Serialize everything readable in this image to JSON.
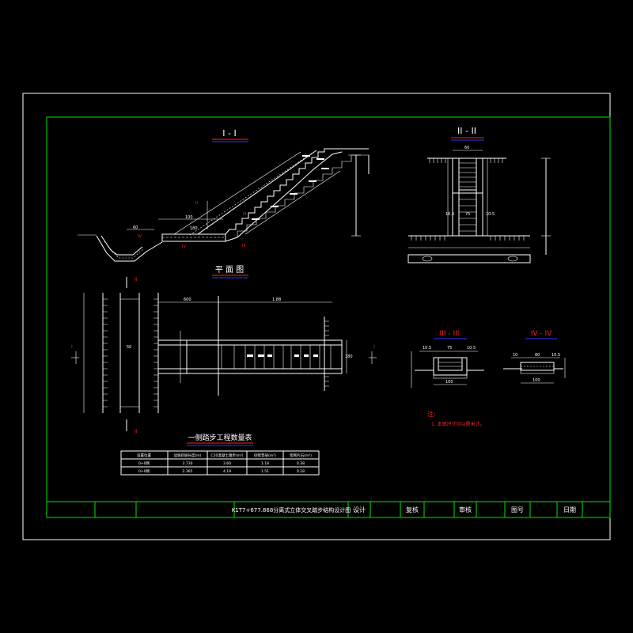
{
  "sections": {
    "s1": "I - I",
    "s2": "II - II",
    "s3": "III - III",
    "s4": "IV - IV",
    "plan": "平 面 图"
  },
  "dims": {
    "d1": "60",
    "d2": "100",
    "d3": "180",
    "d4": "600",
    "d5": "1.88",
    "d6": "60",
    "d7": "10.5",
    "d8": "75",
    "d9": "10.5",
    "d10": "10.5",
    "d11": "75",
    "d12": "10.5",
    "d13": "100",
    "d14": "10",
    "d15": "80",
    "d16": "10.5",
    "d17": "100",
    "d18": "50",
    "d19": "180"
  },
  "markers": {
    "i_left": "I",
    "i_right": "I",
    "ii_top": "II",
    "ii_bot": "II",
    "iii": "III",
    "iv": "IV"
  },
  "notes": {
    "title": "注:",
    "line1": "1. 本图尺寸均以厘米计。"
  },
  "table": {
    "title": "一侧踏步工程数量表",
    "headers": [
      "设置位置",
      "边坡斜坡长度(m)",
      "C20混凝土踏步(m³)",
      "砂砾垫层(m³)",
      "浆砌片石(m³)"
    ],
    "rows": [
      [
        "0+0侧",
        "3.730",
        "3.60",
        "1.18",
        "0.38"
      ],
      [
        "0+0侧",
        "2.365",
        "4.19",
        "1.51",
        "0.18"
      ]
    ]
  },
  "titleblock": {
    "drawing_title": "K1T7+677.868分离式立体交叉踏步结构设计图",
    "design": "设计",
    "check": "复核",
    "review": "审核",
    "drawing_no": "图号",
    "date": "日期"
  }
}
